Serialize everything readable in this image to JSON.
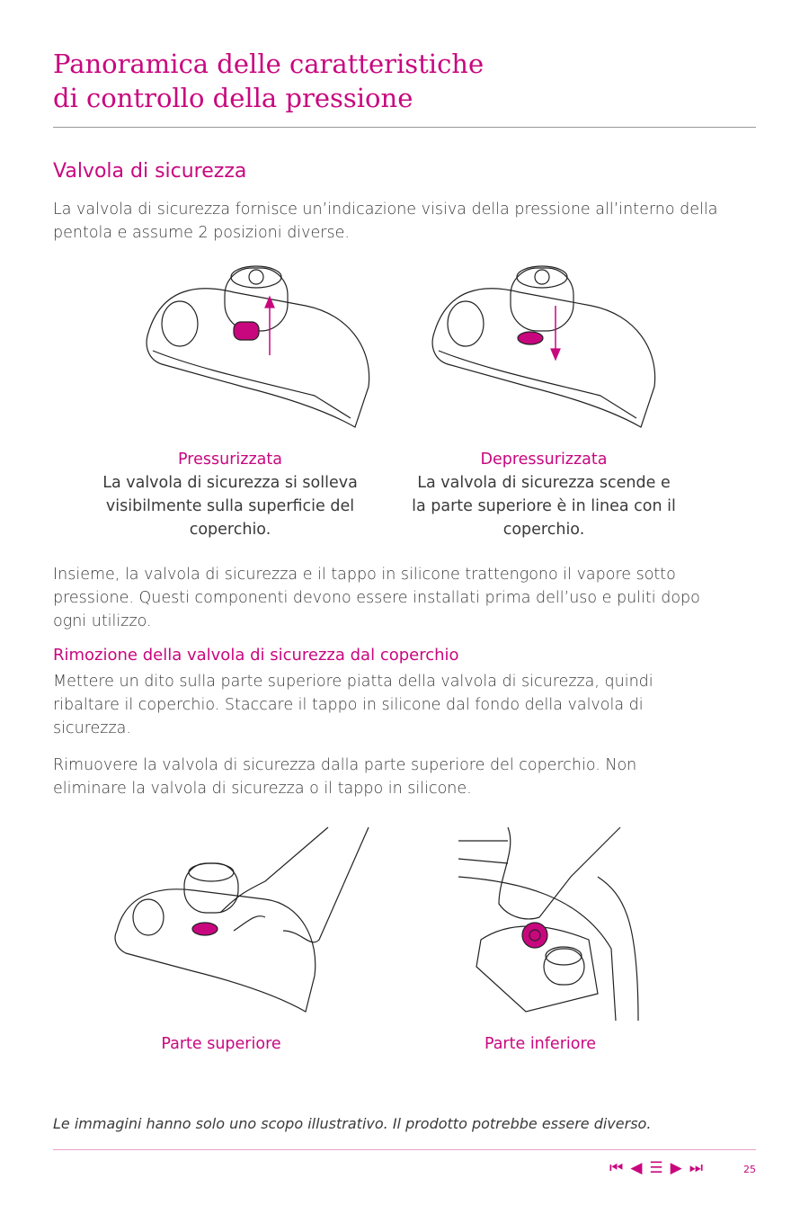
{
  "title_lines": [
    "Panoramica delle caratteristiche",
    "di controllo della pressione"
  ],
  "section_title": "Valvola di sicurezza",
  "intro": "La valvola di sicurezza fornisce un’indicazione visiva della pressione all’interno della pentola e assume 2 posizioni diverse.",
  "figures_top": [
    {
      "label": "Pressurizzata",
      "caption": "La valvola di sicurezza si solleva visibilmente sulla superficie del coperchio."
    },
    {
      "label": "Depressurizzata",
      "caption": "La valvola di sicurezza scende e la parte superiore è in linea con il coperchio."
    }
  ],
  "para_together": "Insieme, la valvola di sicurezza e il tappo in silicone trattengono il vapore sotto pressione. Questi componenti devono essere installati prima dell’uso e puliti dopo ogni utilizzo.",
  "subsection_title": "Rimozione della valvola di sicurezza dal coperchio",
  "para_removal": "Mettere un dito sulla parte superiore piatta della valvola di sicurezza, quindi ribaltare il coperchio. Staccare il tappo in silicone dal fondo della valvola di sicurezza.",
  "para_remove2": "Rimuovere la valvola di sicurezza dalla parte superiore del coperchio. Non eliminare la valvola di sicurezza o il tappo in silicone.",
  "figures_bottom": [
    {
      "label": "Parte superiore"
    },
    {
      "label": "Parte inferiore"
    }
  ],
  "note": "Le immagini hanno solo uno scopo illustrativo. Il prodotto potrebbe essere diverso.",
  "nav": {
    "first": "⏮",
    "prev": "◀",
    "menu": "☰",
    "next": "▶",
    "last": "⏭"
  },
  "page_number": "25",
  "accent": "#c8077f"
}
